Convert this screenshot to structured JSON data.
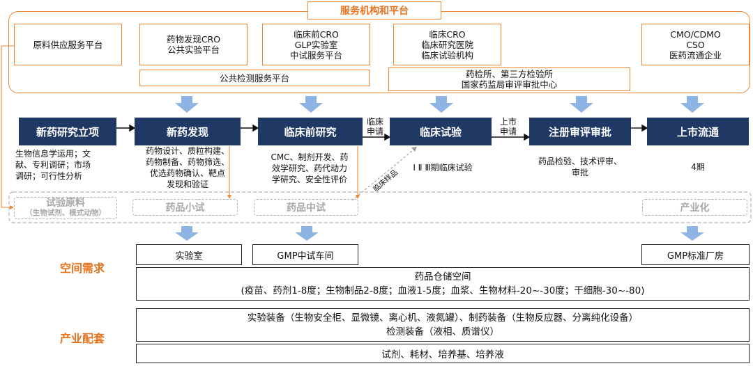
{
  "service": {
    "title": "服务机构和平台",
    "boxes": [
      "原料供应服务平台",
      "药物发现CRO\n公共实验平台",
      "临床前CRO\nGLP实验室\n中试服务平台",
      "临床CRO\n临床研究医院\n临床试验机构",
      "CMO/CDMO\nCSO\n医药流通企业"
    ],
    "public_test": "公共检测服务平台",
    "inspection": "药检所、第三方检验所\n国家药监局审评审批中心"
  },
  "stages": [
    {
      "label": "新药研究立项",
      "desc": "生物信息学运用；文\n献、专利调研；市场\n调研；可行性分析"
    },
    {
      "label": "新药发现",
      "desc": "药物设计、质粒构建、\n药物制备、药物筛选、\n优选药物确认、靶点\n发现和验证"
    },
    {
      "label": "临床前研究",
      "desc": "CMC、制剂开发、药\n效学研究、药代动力\n学研究、安全性评价"
    },
    {
      "label": "临床试验",
      "desc": "Ⅰ Ⅱ Ⅲ期临床试验"
    },
    {
      "label": "注册审评审批",
      "desc": "药品检验、技术评审、\n审批"
    },
    {
      "label": "上市流通",
      "desc": "4期"
    }
  ],
  "arrow_labels": {
    "clinical_apply": "临床\n申请",
    "market_apply": "上市\n申请",
    "clinical_sample": "临床样品"
  },
  "pilot": {
    "raw_material": "试验原料",
    "raw_material_sub": "（生物试剂、模式动物）",
    "small": "药品小试",
    "mid": "药品中试",
    "industrial": "产业化"
  },
  "space": {
    "label": "空间需求",
    "lab": "实验室",
    "gmp_pilot": "GMP中试车间",
    "gmp_plant": "GMP标准厂房",
    "storage": "药品仓储空间\n(疫苗、药剂1-8度；生物制品2-8度；血液1-5度；血浆、生物材料-20~-30度；干细胞-30~-80)"
  },
  "support": {
    "label": "产业配套",
    "equipment": "实验装备（生物安全柜、显微镜、离心机、液氮罐）、制药装备（生物反应器、分离纯化设备）\n检测装备（液相、质谱仪）",
    "consumables": "试剂、耗材、培养基、培养液"
  },
  "colors": {
    "accent": "#f0852f",
    "stage": "#1f3864",
    "down_arrow": "#8db4e2",
    "dashed": "#b0b0b0"
  }
}
